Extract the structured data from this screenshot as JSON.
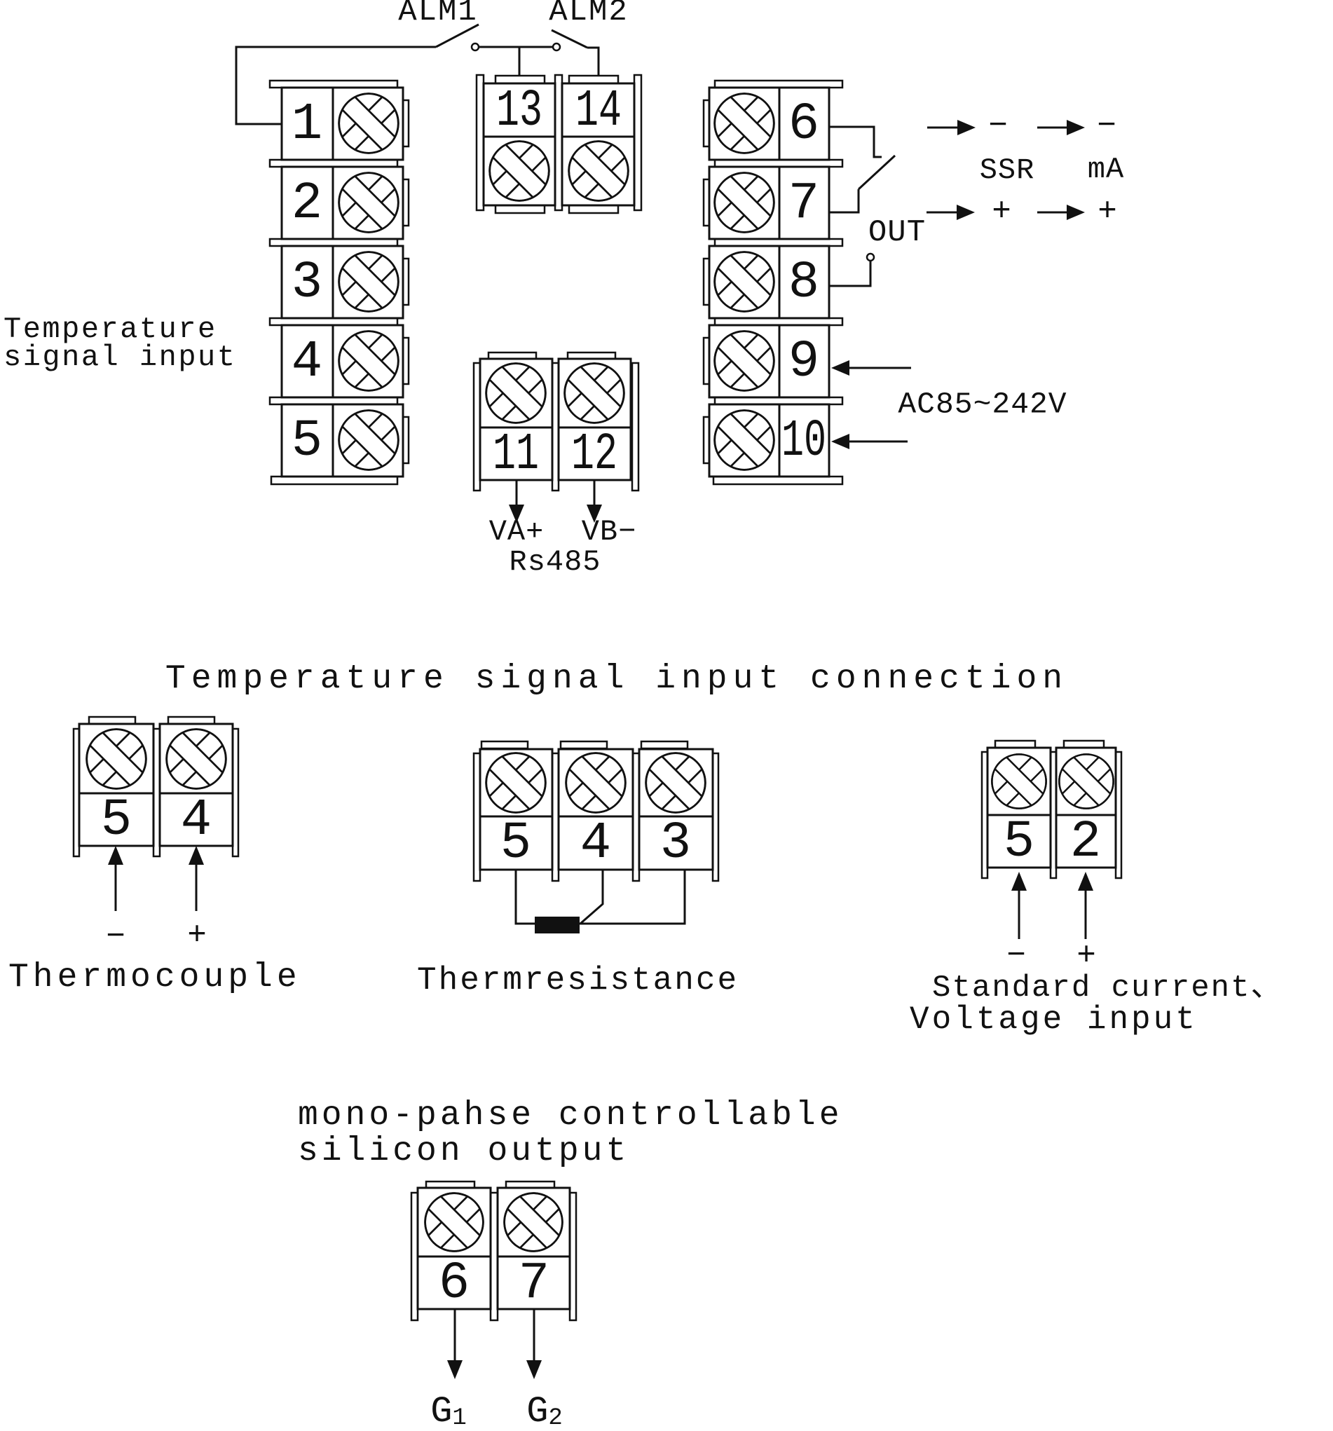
{
  "sym": {
    "minus": "−",
    "plus": "+"
  },
  "top": {
    "alm1": "ALM1",
    "alm2": "ALM2",
    "input_line1": "Temperature",
    "input_line2": "signal input",
    "left": [
      "1",
      "2",
      "3",
      "4",
      "5"
    ],
    "alarm": [
      "13",
      "14"
    ],
    "right": [
      "6",
      "7",
      "8",
      "9",
      "10"
    ],
    "comm": [
      "11",
      "12"
    ],
    "out": "OUT",
    "ssr": "SSR",
    "ma": "mA",
    "power": "AC85~242V",
    "va": "VA+",
    "vb": "VB−",
    "rs485": "Rs485"
  },
  "connection": {
    "title": "Temperature signal input connection",
    "tc": {
      "label": "Thermocouple",
      "t": [
        "5",
        "4"
      ]
    },
    "tr": {
      "label": "Thermresistance",
      "t": [
        "5",
        "4",
        "3"
      ]
    },
    "std": {
      "line1": "Standard current、",
      "line2": "Voltage input",
      "t": [
        "5",
        "2"
      ]
    }
  },
  "silicon": {
    "line1": "mono-pahse controllable",
    "line2": "silicon output",
    "t": [
      "6",
      "7"
    ],
    "g": "G",
    "g1": "1",
    "g2": "2"
  }
}
